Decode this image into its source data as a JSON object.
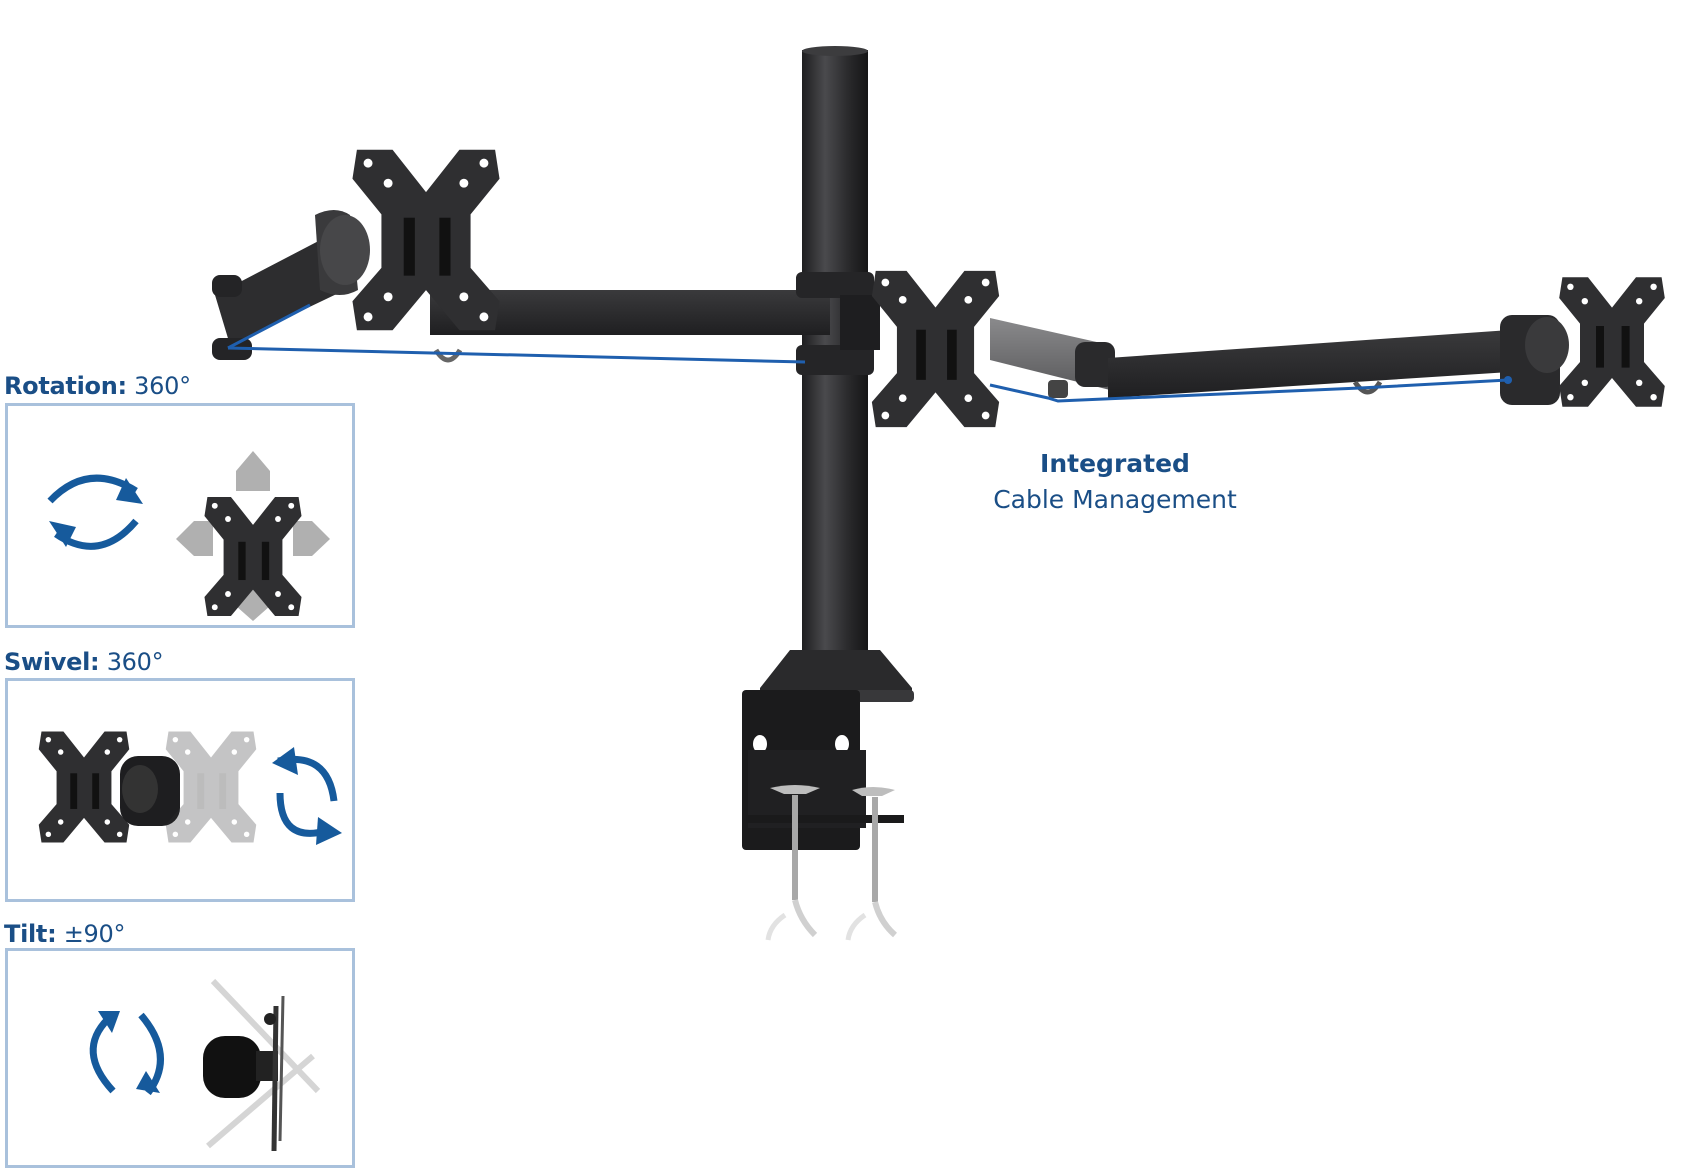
{
  "features": [
    {
      "key": "rotation",
      "title": "Rotation:",
      "value": "360°",
      "icon": "rotate-arrows-icon"
    },
    {
      "key": "swivel",
      "title": "Swivel:",
      "value": "360°",
      "icon": "swivel-arrows-icon"
    },
    {
      "key": "tilt",
      "title": "Tilt:",
      "value": "±90°",
      "icon": "tilt-arrows-icon"
    }
  ],
  "callout": {
    "line1": "Integrated",
    "line2": "Cable Management"
  },
  "colors": {
    "accent_blue": "#1a4e86",
    "arrow_blue": "#165a9c",
    "panel_border": "#a9c1dc",
    "cable_line": "#1f5fae",
    "metal_dark": "#2e2e30"
  }
}
